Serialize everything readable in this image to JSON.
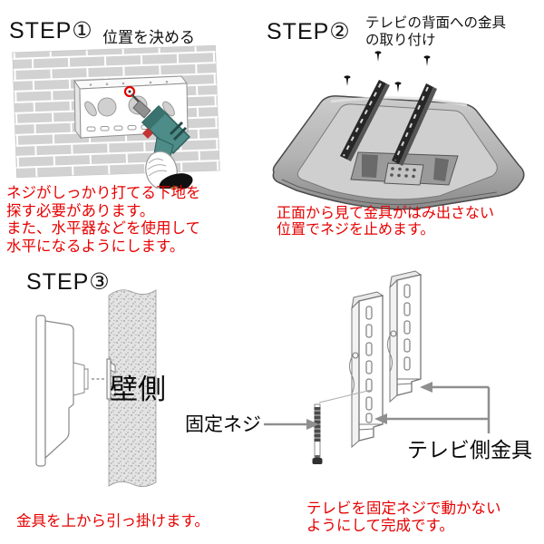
{
  "colors": {
    "note_red": "#e60000",
    "text_black": "#1a1a1a",
    "drill_teal": "#4d8c88",
    "arrow_gray": "#8f8f8f",
    "brick_gray": "#d2d2d2"
  },
  "steps": {
    "step1": {
      "title": "STEP①",
      "subtitle": "位置を決める",
      "note": "ネジがしっかり打てる下地を\n探す必要があります。\nまた、水平器などを使用して\n水平になるようにします。"
    },
    "step2": {
      "title": "STEP②",
      "subtitle": "テレビの背面への金具\nの取り付け",
      "note": "正面から見て金具がはみ出さない\n位置でネジを止めます。"
    },
    "step3": {
      "title": "STEP③",
      "wall_label": "壁側",
      "note": "金具を上から引っ掛けます。"
    },
    "step4": {
      "screw_label": "固定ネジ",
      "bracket_label": "テレビ側金具",
      "note": "テレビを固定ネジで動かない\nようにして完成です。"
    }
  }
}
